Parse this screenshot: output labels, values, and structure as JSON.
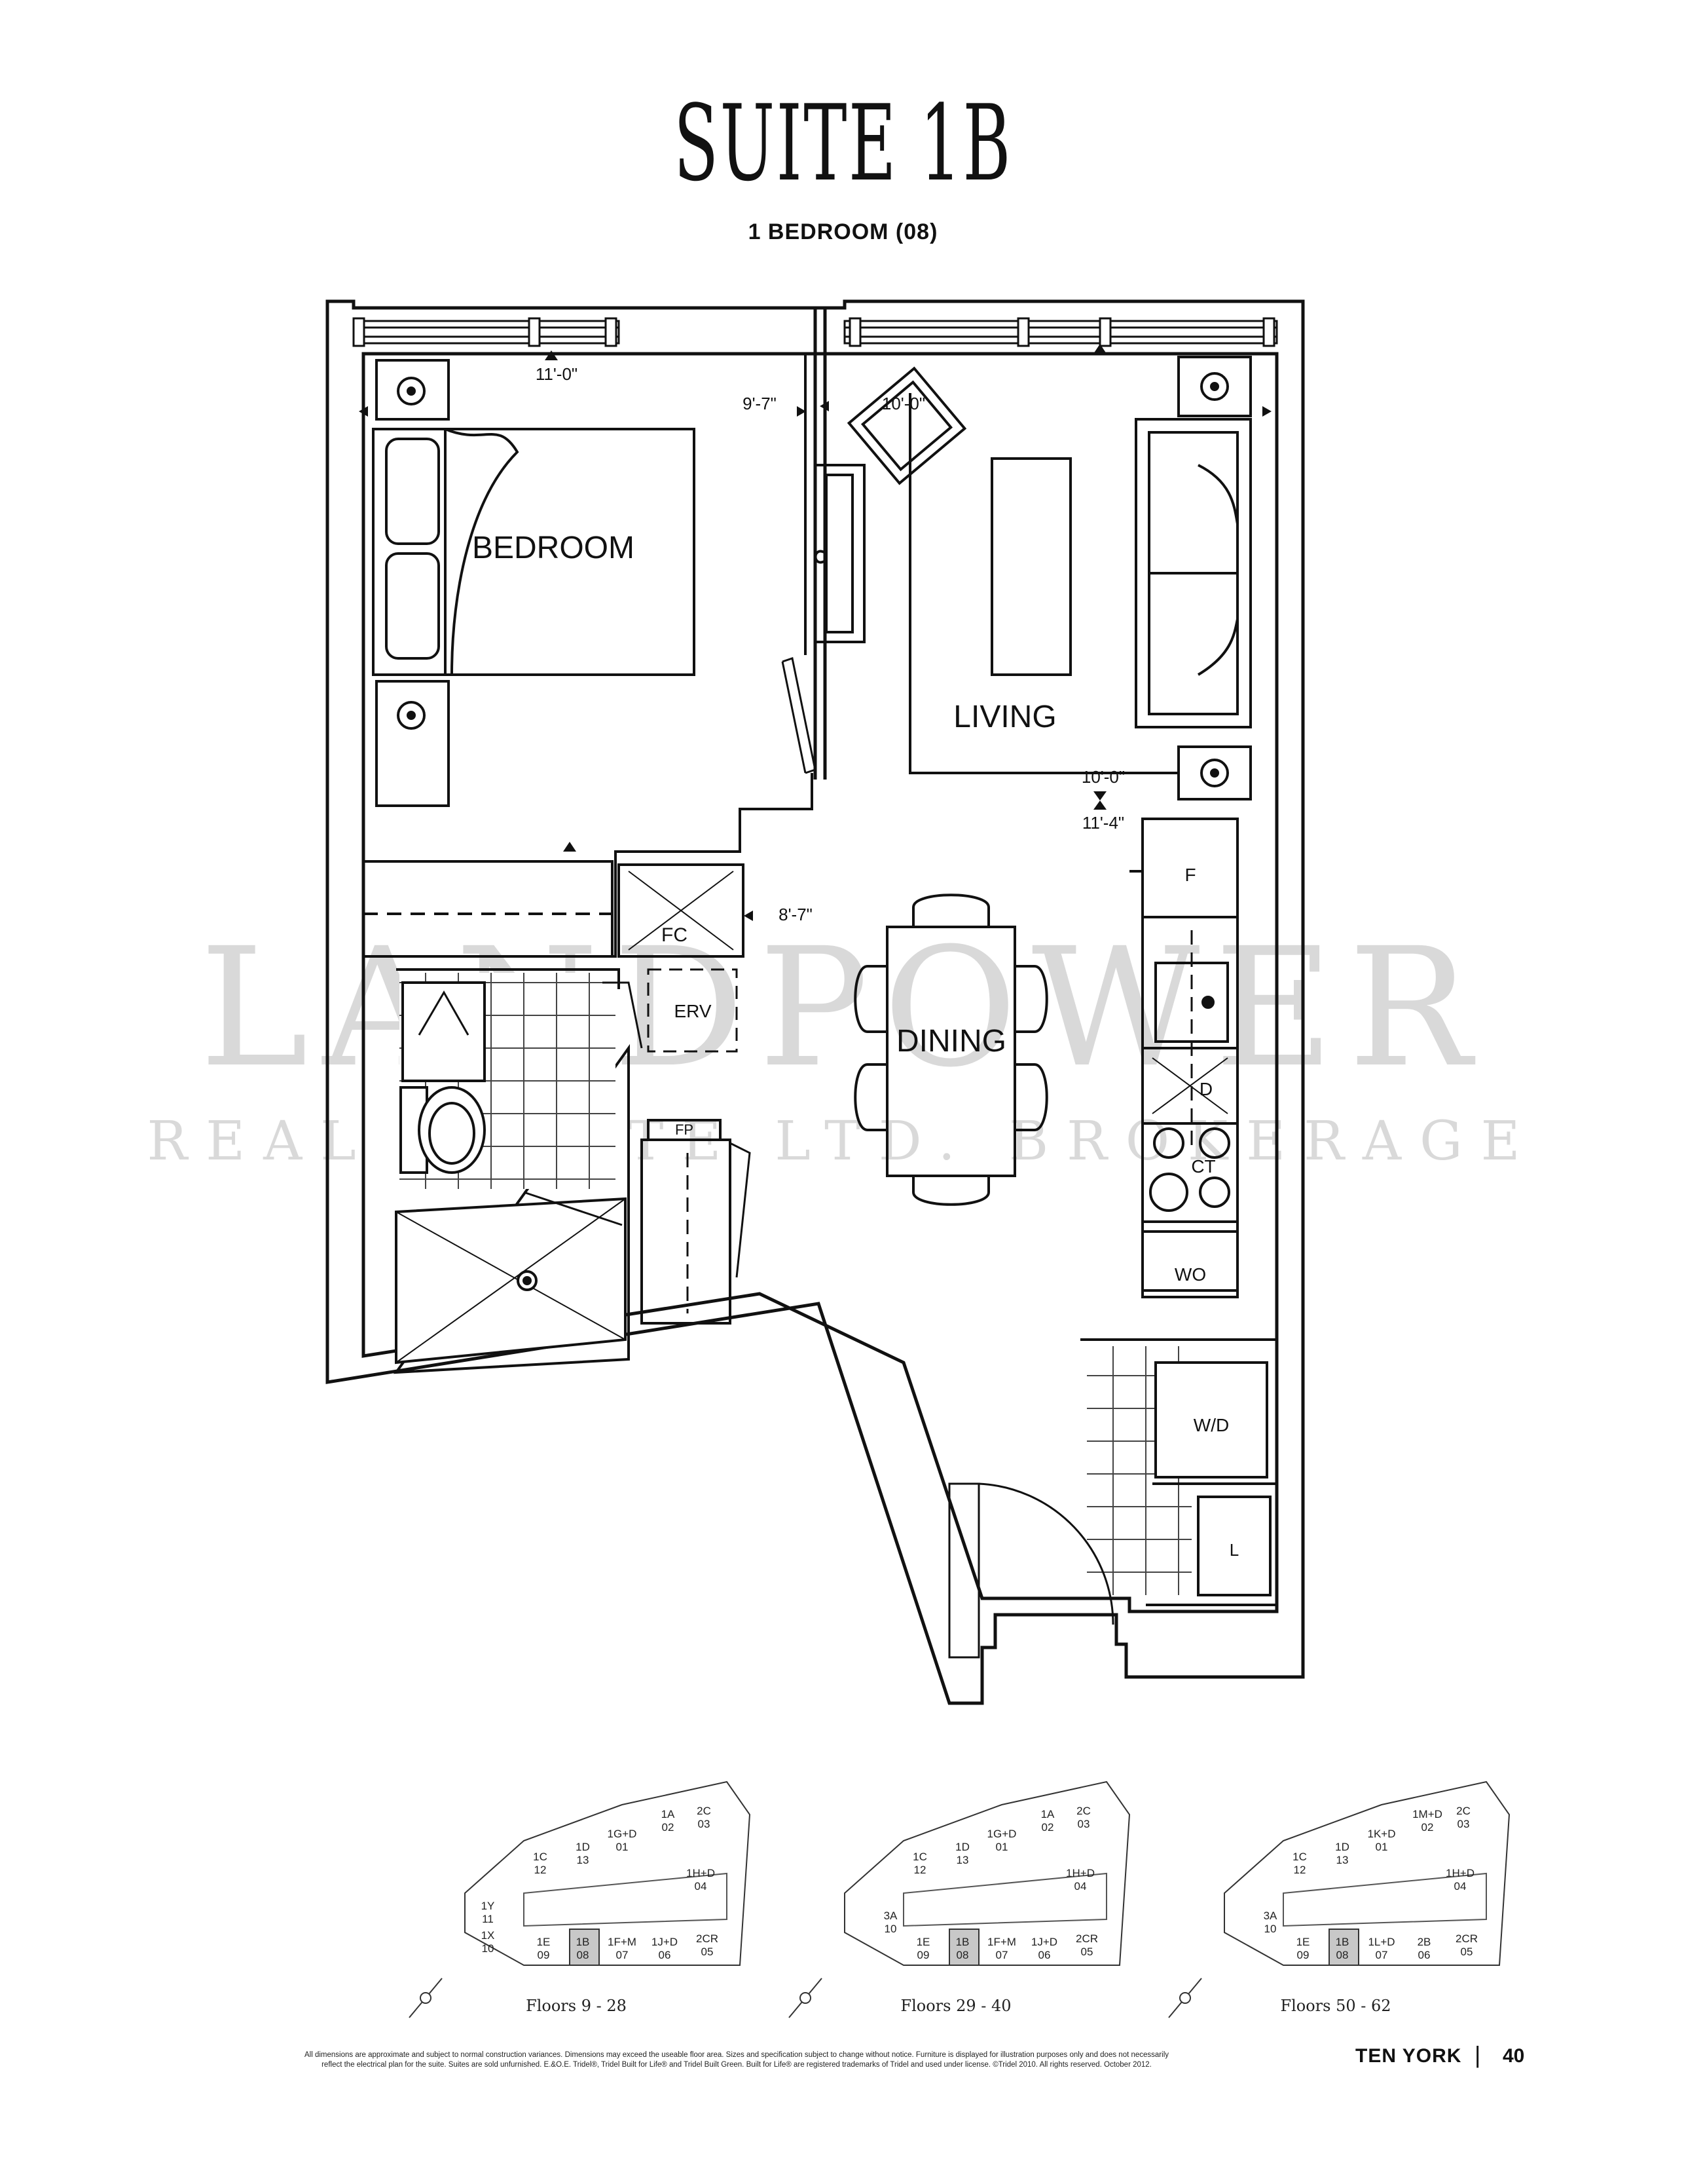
{
  "header": {
    "title": "SUITE 1B",
    "subtitle": "1 BEDROOM (08)"
  },
  "rooms": {
    "bedroom": "BEDROOM",
    "living": "LIVING",
    "dining": "DINING"
  },
  "fixtures": {
    "fc": "FC",
    "erv": "ERV",
    "fp": "FP",
    "fridge": "F",
    "dishwasher": "D",
    "cooktop": "CT",
    "wall_oven": "WO",
    "washer_dryer": "W/D",
    "linen": "L"
  },
  "dimensions": {
    "bedroom_width": "11'-0\"",
    "bedroom_depth": "9'-7\"",
    "living_width": "10'-0\"",
    "living_depth_a": "10'-0\"",
    "living_depth_b": "11'-4\"",
    "dining": "8'-7\""
  },
  "watermark": {
    "main": "LANDPOWER",
    "sub": "REAL ESTATE LTD. BROKERAGE"
  },
  "keyplans": [
    {
      "caption": "Floors 9 - 28",
      "units": [
        {
          "name": "1A",
          "num": "02"
        },
        {
          "name": "2C",
          "num": "03"
        },
        {
          "name": "1G+D",
          "num": "01"
        },
        {
          "name": "1D",
          "num": "13"
        },
        {
          "name": "1C",
          "num": "12"
        },
        {
          "name": "1H+D",
          "num": "04"
        },
        {
          "name": "1Y",
          "num": "11"
        },
        {
          "name": "1X",
          "num": "10"
        },
        {
          "name": "1E",
          "num": "09"
        },
        {
          "name": "1B",
          "num": "08"
        },
        {
          "name": "1F+M",
          "num": "07"
        },
        {
          "name": "1J+D",
          "num": "06"
        },
        {
          "name": "2CR",
          "num": "05"
        }
      ]
    },
    {
      "caption": "Floors 29 - 40",
      "units": [
        {
          "name": "1A",
          "num": "02"
        },
        {
          "name": "2C",
          "num": "03"
        },
        {
          "name": "1G+D",
          "num": "01"
        },
        {
          "name": "1D",
          "num": "13"
        },
        {
          "name": "1C",
          "num": "12"
        },
        {
          "name": "1H+D",
          "num": "04"
        },
        {
          "name": "3A",
          "num": "10"
        },
        {
          "name": "1E",
          "num": "09"
        },
        {
          "name": "1B",
          "num": "08"
        },
        {
          "name": "1F+M",
          "num": "07"
        },
        {
          "name": "1J+D",
          "num": "06"
        },
        {
          "name": "2CR",
          "num": "05"
        }
      ]
    },
    {
      "caption": "Floors 50 - 62",
      "units": [
        {
          "name": "1M+D",
          "num": "02"
        },
        {
          "name": "2C",
          "num": "03"
        },
        {
          "name": "1K+D",
          "num": "01"
        },
        {
          "name": "1D",
          "num": "13"
        },
        {
          "name": "1C",
          "num": "12"
        },
        {
          "name": "1H+D",
          "num": "04"
        },
        {
          "name": "3A",
          "num": "10"
        },
        {
          "name": "1E",
          "num": "09"
        },
        {
          "name": "1B",
          "num": "08"
        },
        {
          "name": "1L+D",
          "num": "07"
        },
        {
          "name": "2B",
          "num": "06"
        },
        {
          "name": "2CR",
          "num": "05"
        }
      ]
    }
  ],
  "footer": {
    "disclaimer_line1": "All dimensions are approximate and subject to normal construction variances. Dimensions may exceed the useable floor area. Sizes and specification subject to change without notice. Furniture is displayed for illustration purposes only and does not necessarily",
    "disclaimer_line2": "reflect the electrical plan for the suite. Suites are sold unfurnished. E.&O.E. Tridel®, Tridel Built for Life® and Tridel Built Green. Built for Life® are registered trademarks of Tridel and used under license. ©Tridel 2010. All rights reserved. October 2012.",
    "brand": "TEN YORK",
    "separator": "|",
    "page": "40"
  }
}
